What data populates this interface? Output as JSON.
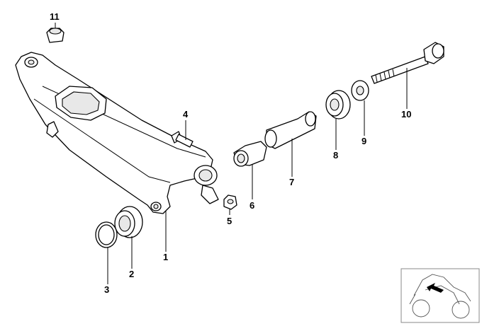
{
  "callouts": [
    {
      "id": "1",
      "label": "1"
    },
    {
      "id": "2",
      "label": "2"
    },
    {
      "id": "3",
      "label": "3"
    },
    {
      "id": "4",
      "label": "4"
    },
    {
      "id": "5",
      "label": "5"
    },
    {
      "id": "6",
      "label": "6"
    },
    {
      "id": "7",
      "label": "7"
    },
    {
      "id": "8",
      "label": "8"
    },
    {
      "id": "9",
      "label": "9"
    },
    {
      "id": "10",
      "label": "10"
    },
    {
      "id": "11",
      "label": "11"
    }
  ],
  "colors": {
    "line": "#000000",
    "background": "#ffffff",
    "shade": "#e8e8e8"
  }
}
